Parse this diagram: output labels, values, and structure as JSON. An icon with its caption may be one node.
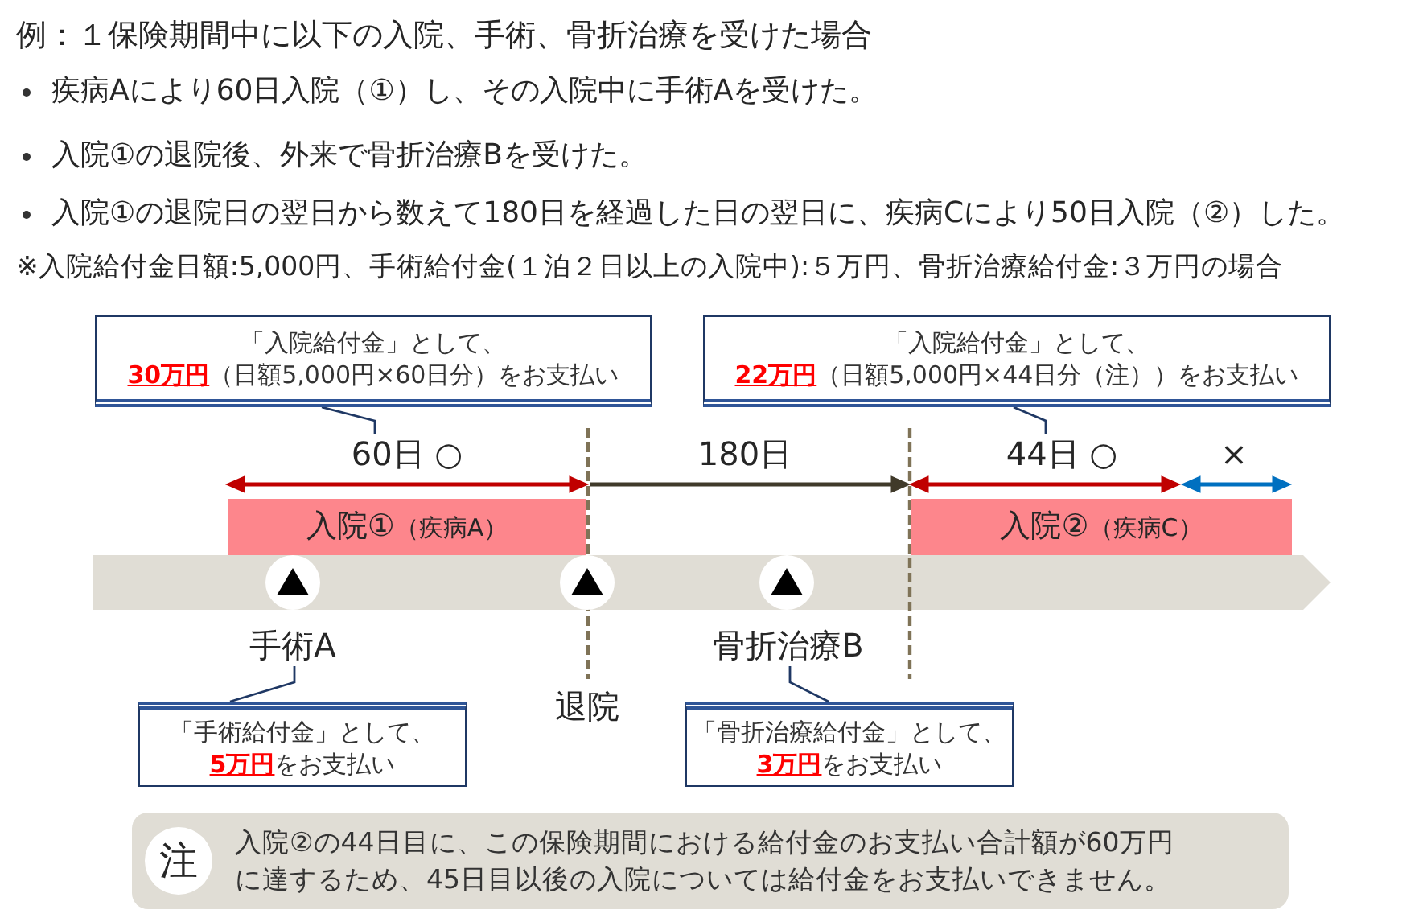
{
  "diagram": {
    "title": "例：１保険期間中に以下の入院、手術、骨折治療を受けた場合",
    "nodes": [
      {
        "text": [
          "「入院給付金」として、",
          "**30万円**（日額5,000円×60日分）をお支払い"
        ]
      },
      {
        "text": [
          "「入院給付金」として、",
          "**22万円**（日額5,000円×44日分（注））をお支払い"
        ]
      },
      {
        "text": [
          "60日 ○"
        ]
      },
      {
        "text": [
          "44日 ○"
        ]
      },
      {
        "text": [
          "入院①",
          "（疾病A）"
        ]
      },
      {
        "text": [
          "入院②",
          "（疾病C）"
        ]
      },
      {
        "text": [
          "手術A"
        ]
      },
      {
        "text": [
          "骨折治療B"
        ]
      },
      {
        "text": [
          "「手術給付金」として、",
          "**5万円**をお支払い"
        ]
      },
      {
        "text": [
          "「骨折治療給付金」として、",
          "**3万円**をお支払い"
        ]
      },
      {
        "text": [
          "入院②の44日目に、この保険期間における給付金のお支払い合計額が60万円に達するため、45日目以後の入院については給付金をお支払いできません。"
        ]
      },
      {
        "text": [
          "注"
        ],
        "in": 10
      }
    ],
    "edges": [
      {
        "from": 0,
        "to": 2,
        "arrow": "none"
      },
      {
        "from": 1,
        "to": 3,
        "arrow": "none"
      },
      {
        "from": 6,
        "to": 8,
        "arrow": "none"
      },
      {
        "from": 7,
        "to": 9,
        "arrow": "none"
      }
    ],
    "labels": [
      "疾病Aにより60日入院（①）し、その入院中に手術Aを受けた。",
      "入院①の退院後、外来で骨折治療Bを受けた。",
      "入院①の退院日の翌日から数えて180日を経過した日の翌日に、疾病Cにより50日入院（②）した。",
      "※入院給付金日額:5,000円、手術給付金(１泊２日以上の入院中):５万円、骨折治療給付金:３万円の場合",
      "180日",
      "×",
      "退院"
    ]
  }
}
